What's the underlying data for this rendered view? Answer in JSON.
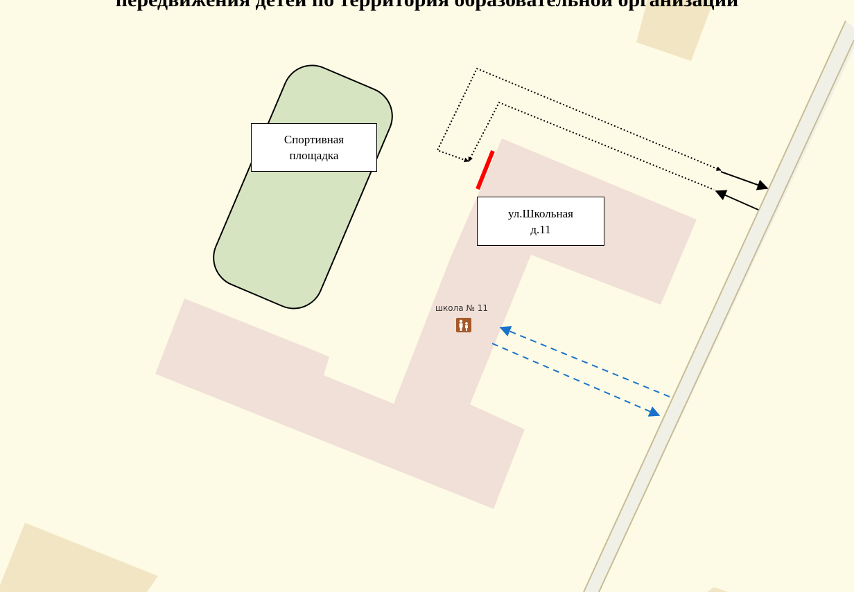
{
  "title": "передвижения детей по территория образовательной организации",
  "labels": {
    "sport_line1": "Спортивная",
    "sport_line2": "площадка",
    "address_line1": "ул.Школьная",
    "address_line2": "д.11",
    "school": "школа № 11"
  },
  "icons": {
    "school": "children-crossing-icon"
  },
  "colors": {
    "map_background": "#fdfbe6",
    "building": "#f1e0d7",
    "sports_ground": "#d7e4c2",
    "neighbor_building": "#f2e5c3",
    "road_fill": "#f1f0e6",
    "road_edge": "#c6bd95",
    "entrance": "#ff0000",
    "pedestrian_route": "#000000",
    "vehicle_route": "#1a73c9",
    "school_icon": "#a65a2a"
  }
}
